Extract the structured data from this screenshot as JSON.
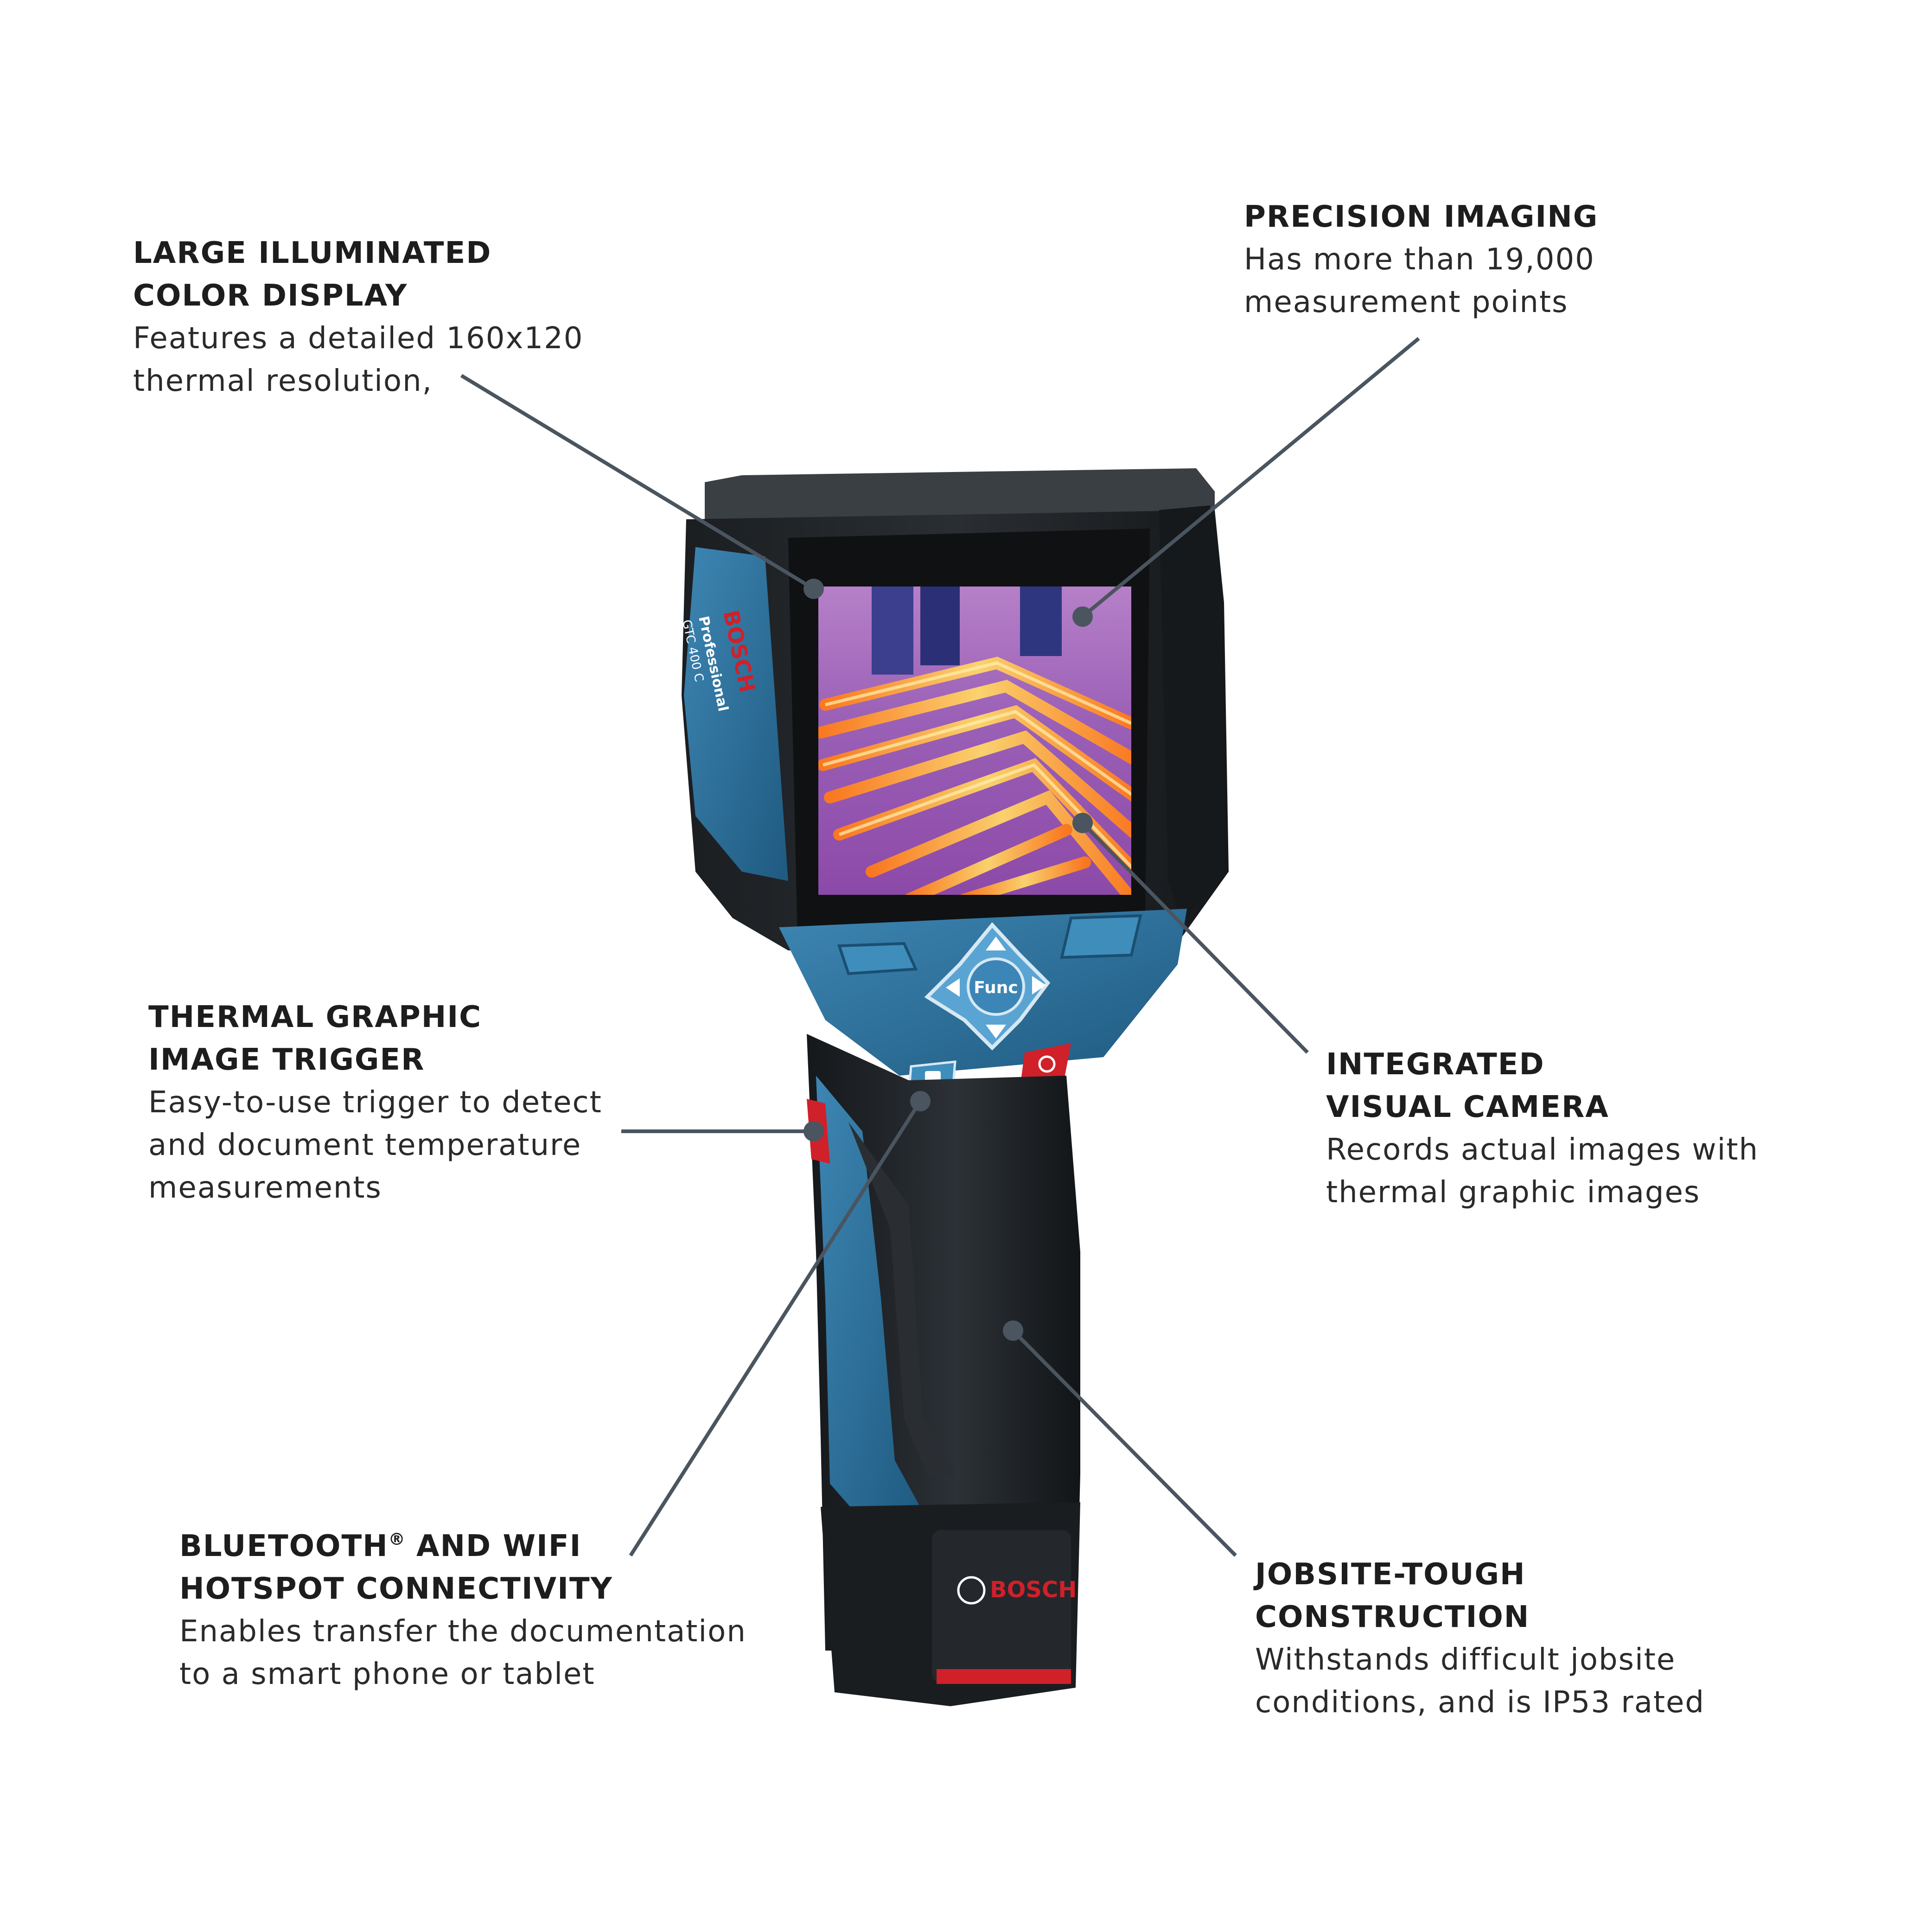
{
  "callouts": {
    "display": {
      "title_lines": [
        "LARGE ILLUMINATED",
        "COLOR DISPLAY"
      ],
      "desc_lines": [
        "Features a detailed 160x120",
        "thermal resolution,"
      ]
    },
    "imaging": {
      "title_lines": [
        "PRECISION IMAGING"
      ],
      "desc_lines": [
        "Has more than 19,000",
        "measurement points"
      ]
    },
    "trigger": {
      "title_lines": [
        "THERMAL GRAPHIC",
        "IMAGE TRIGGER"
      ],
      "desc_lines": [
        "Easy-to-use trigger to detect",
        "and document temperature",
        "measurements"
      ]
    },
    "camera": {
      "title_lines": [
        "INTEGRATED",
        "VISUAL CAMERA"
      ],
      "desc_lines": [
        "Records actual images with",
        "thermal graphic images"
      ]
    },
    "connectivity": {
      "title_line1_prefix": "BLUETOOTH",
      "title_line1_sup": "®",
      "title_line1_suffix": " AND WIFI",
      "title_line2": "HOTSPOT CONNECTIVITY",
      "desc_lines": [
        "Enables transfer the documentation",
        "to a smart phone or tablet"
      ]
    },
    "construction": {
      "title_lines": [
        "JOBSITE-TOUGH",
        "CONSTRUCTION"
      ],
      "desc_lines": [
        "Withstands difficult jobsite",
        "conditions, and is IP53 rated"
      ]
    }
  },
  "device": {
    "brand": "BOSCH",
    "series": "Professional",
    "model": "GTC 400 C",
    "func_label": "Func",
    "colors": {
      "body_blue": "#2d6f97",
      "body_black": "#1e2226",
      "accent_red": "#d0202a",
      "leader_gray": "#4a5560"
    }
  }
}
